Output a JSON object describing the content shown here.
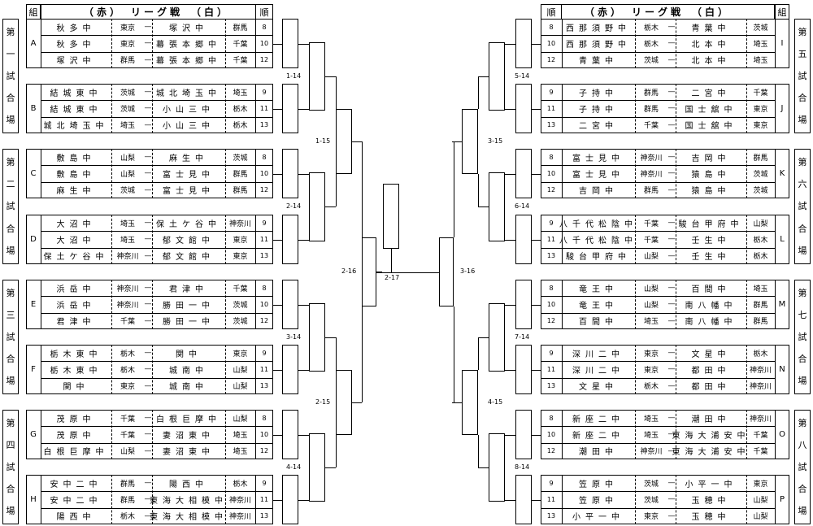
{
  "left": {
    "header": {
      "kumi": "組",
      "title": "（赤）　リーグ戦　（白）",
      "order": "順"
    },
    "venues": [
      {
        "chars": [
          "第",
          "一",
          "試",
          "合",
          "場"
        ]
      },
      {
        "chars": [
          "第",
          "二",
          "試",
          "合",
          "場"
        ]
      },
      {
        "chars": [
          "第",
          "三",
          "試",
          "合",
          "場"
        ]
      },
      {
        "chars": [
          "第",
          "四",
          "試",
          "合",
          "場"
        ]
      }
    ],
    "groups": [
      {
        "id": "A",
        "rows": [
          [
            "秋多中",
            "東京",
            "塚沢中",
            "群馬",
            "8"
          ],
          [
            "秋多中",
            "東京",
            "幕張本郷中",
            "千葉",
            "10"
          ],
          [
            "塚沢中",
            "群馬",
            "幕張本郷中",
            "千葉",
            "12"
          ]
        ]
      },
      {
        "id": "B",
        "rows": [
          [
            "結城東中",
            "茨城",
            "城北埼玉中",
            "埼玉",
            "9"
          ],
          [
            "結城東中",
            "茨城",
            "小山三中",
            "栃木",
            "11"
          ],
          [
            "城北埼玉中",
            "埼玉",
            "小山三中",
            "栃木",
            "13"
          ]
        ]
      },
      {
        "id": "C",
        "rows": [
          [
            "敷島中",
            "山梨",
            "麻生中",
            "茨城",
            "8"
          ],
          [
            "敷島中",
            "山梨",
            "富士見中",
            "群馬",
            "10"
          ],
          [
            "麻生中",
            "茨城",
            "富士見中",
            "群馬",
            "12"
          ]
        ]
      },
      {
        "id": "D",
        "rows": [
          [
            "大沼中",
            "埼玉",
            "保土ケ谷中",
            "神奈川",
            "9"
          ],
          [
            "大沼中",
            "埼玉",
            "郁文館中",
            "東京",
            "11"
          ],
          [
            "保土ケ谷中",
            "神奈川",
            "郁文館中",
            "東京",
            "13"
          ]
        ]
      },
      {
        "id": "E",
        "rows": [
          [
            "浜岳中",
            "神奈川",
            "君津中",
            "千葉",
            "8"
          ],
          [
            "浜岳中",
            "神奈川",
            "勝田一中",
            "茨城",
            "10"
          ],
          [
            "君津中",
            "千葉",
            "勝田一中",
            "茨城",
            "12"
          ]
        ]
      },
      {
        "id": "F",
        "rows": [
          [
            "栃木東中",
            "栃木",
            "関中",
            "東京",
            "9"
          ],
          [
            "栃木東中",
            "栃木",
            "城南中",
            "山梨",
            "11"
          ],
          [
            "関中",
            "東京",
            "城南中",
            "山梨",
            "13"
          ]
        ]
      },
      {
        "id": "G",
        "rows": [
          [
            "茂原中",
            "千葉",
            "白根巨摩中",
            "山梨",
            "8"
          ],
          [
            "茂原中",
            "千葉",
            "妻沼東中",
            "埼玉",
            "10"
          ],
          [
            "白根巨摩中",
            "山梨",
            "妻沼東中",
            "埼玉",
            "12"
          ]
        ]
      },
      {
        "id": "H",
        "rows": [
          [
            "安中二中",
            "群馬",
            "陽西中",
            "栃木",
            "9"
          ],
          [
            "安中二中",
            "群馬",
            "東海大相模中",
            "神奈川",
            "11"
          ],
          [
            "陽西中",
            "栃木",
            "東海大相模中",
            "神奈川",
            "13"
          ]
        ]
      }
    ]
  },
  "right": {
    "header": {
      "order": "順",
      "title": "（赤）　リーグ戦　（白）",
      "kumi": "組"
    },
    "venues": [
      {
        "chars": [
          "第",
          "五",
          "試",
          "合",
          "場"
        ]
      },
      {
        "chars": [
          "第",
          "六",
          "試",
          "合",
          "場"
        ]
      },
      {
        "chars": [
          "第",
          "七",
          "試",
          "合",
          "場"
        ]
      },
      {
        "chars": [
          "第",
          "八",
          "試",
          "合",
          "場"
        ]
      }
    ],
    "groups": [
      {
        "id": "I",
        "rows": [
          [
            "8",
            "西那須野中",
            "栃木",
            "青葉中",
            "茨城"
          ],
          [
            "10",
            "西那須野中",
            "栃木",
            "北本中",
            "埼玉"
          ],
          [
            "12",
            "青葉中",
            "茨城",
            "北本中",
            "埼玉"
          ]
        ]
      },
      {
        "id": "J",
        "rows": [
          [
            "9",
            "子持中",
            "群馬",
            "二宮中",
            "千葉"
          ],
          [
            "11",
            "子持中",
            "群馬",
            "国士舘中",
            "東京"
          ],
          [
            "13",
            "二宮中",
            "千葉",
            "国士舘中",
            "東京"
          ]
        ]
      },
      {
        "id": "K",
        "rows": [
          [
            "8",
            "富士見中",
            "神奈川",
            "吉岡中",
            "群馬"
          ],
          [
            "10",
            "富士見中",
            "神奈川",
            "猿島中",
            "茨城"
          ],
          [
            "12",
            "吉岡中",
            "群馬",
            "猿島中",
            "茨城"
          ]
        ]
      },
      {
        "id": "L",
        "rows": [
          [
            "9",
            "八千代松陰中",
            "千葉",
            "駿台甲府中",
            "山梨"
          ],
          [
            "11",
            "八千代松陰中",
            "千葉",
            "壬生中",
            "栃木"
          ],
          [
            "13",
            "駿台甲府中",
            "山梨",
            "壬生中",
            "栃木"
          ]
        ]
      },
      {
        "id": "M",
        "rows": [
          [
            "8",
            "竜王中",
            "山梨",
            "百間中",
            "埼玉"
          ],
          [
            "10",
            "竜王中",
            "山梨",
            "南八幡中",
            "群馬"
          ],
          [
            "12",
            "百間中",
            "埼玉",
            "南八幡中",
            "群馬"
          ]
        ]
      },
      {
        "id": "N",
        "rows": [
          [
            "9",
            "深川二中",
            "東京",
            "文星中",
            "栃木"
          ],
          [
            "11",
            "深川二中",
            "東京",
            "都田中",
            "神奈川"
          ],
          [
            "13",
            "文星中",
            "栃木",
            "都田中",
            "神奈川"
          ]
        ]
      },
      {
        "id": "O",
        "rows": [
          [
            "8",
            "新座二中",
            "埼玉",
            "潮田中",
            "神奈川"
          ],
          [
            "10",
            "新座二中",
            "埼玉",
            "東海大浦安中",
            "千葉"
          ],
          [
            "12",
            "潮田中",
            "神奈川",
            "東海大浦安中",
            "千葉"
          ]
        ]
      },
      {
        "id": "P",
        "rows": [
          [
            "9",
            "笠原中",
            "茨城",
            "小平一中",
            "東京"
          ],
          [
            "11",
            "笠原中",
            "茨城",
            "玉穂中",
            "山梨"
          ],
          [
            "13",
            "小平一中",
            "東京",
            "玉穂中",
            "山梨"
          ]
        ]
      }
    ]
  },
  "bracket": {
    "left_labels": [
      "1-14",
      "2-14",
      "3-14",
      "4-14",
      "1-15",
      "2-15",
      "2-16"
    ],
    "right_labels": [
      "5-14",
      "6-14",
      "7-14",
      "8-14",
      "3-15",
      "4-15",
      "3-16"
    ],
    "final_label": "2-17"
  }
}
